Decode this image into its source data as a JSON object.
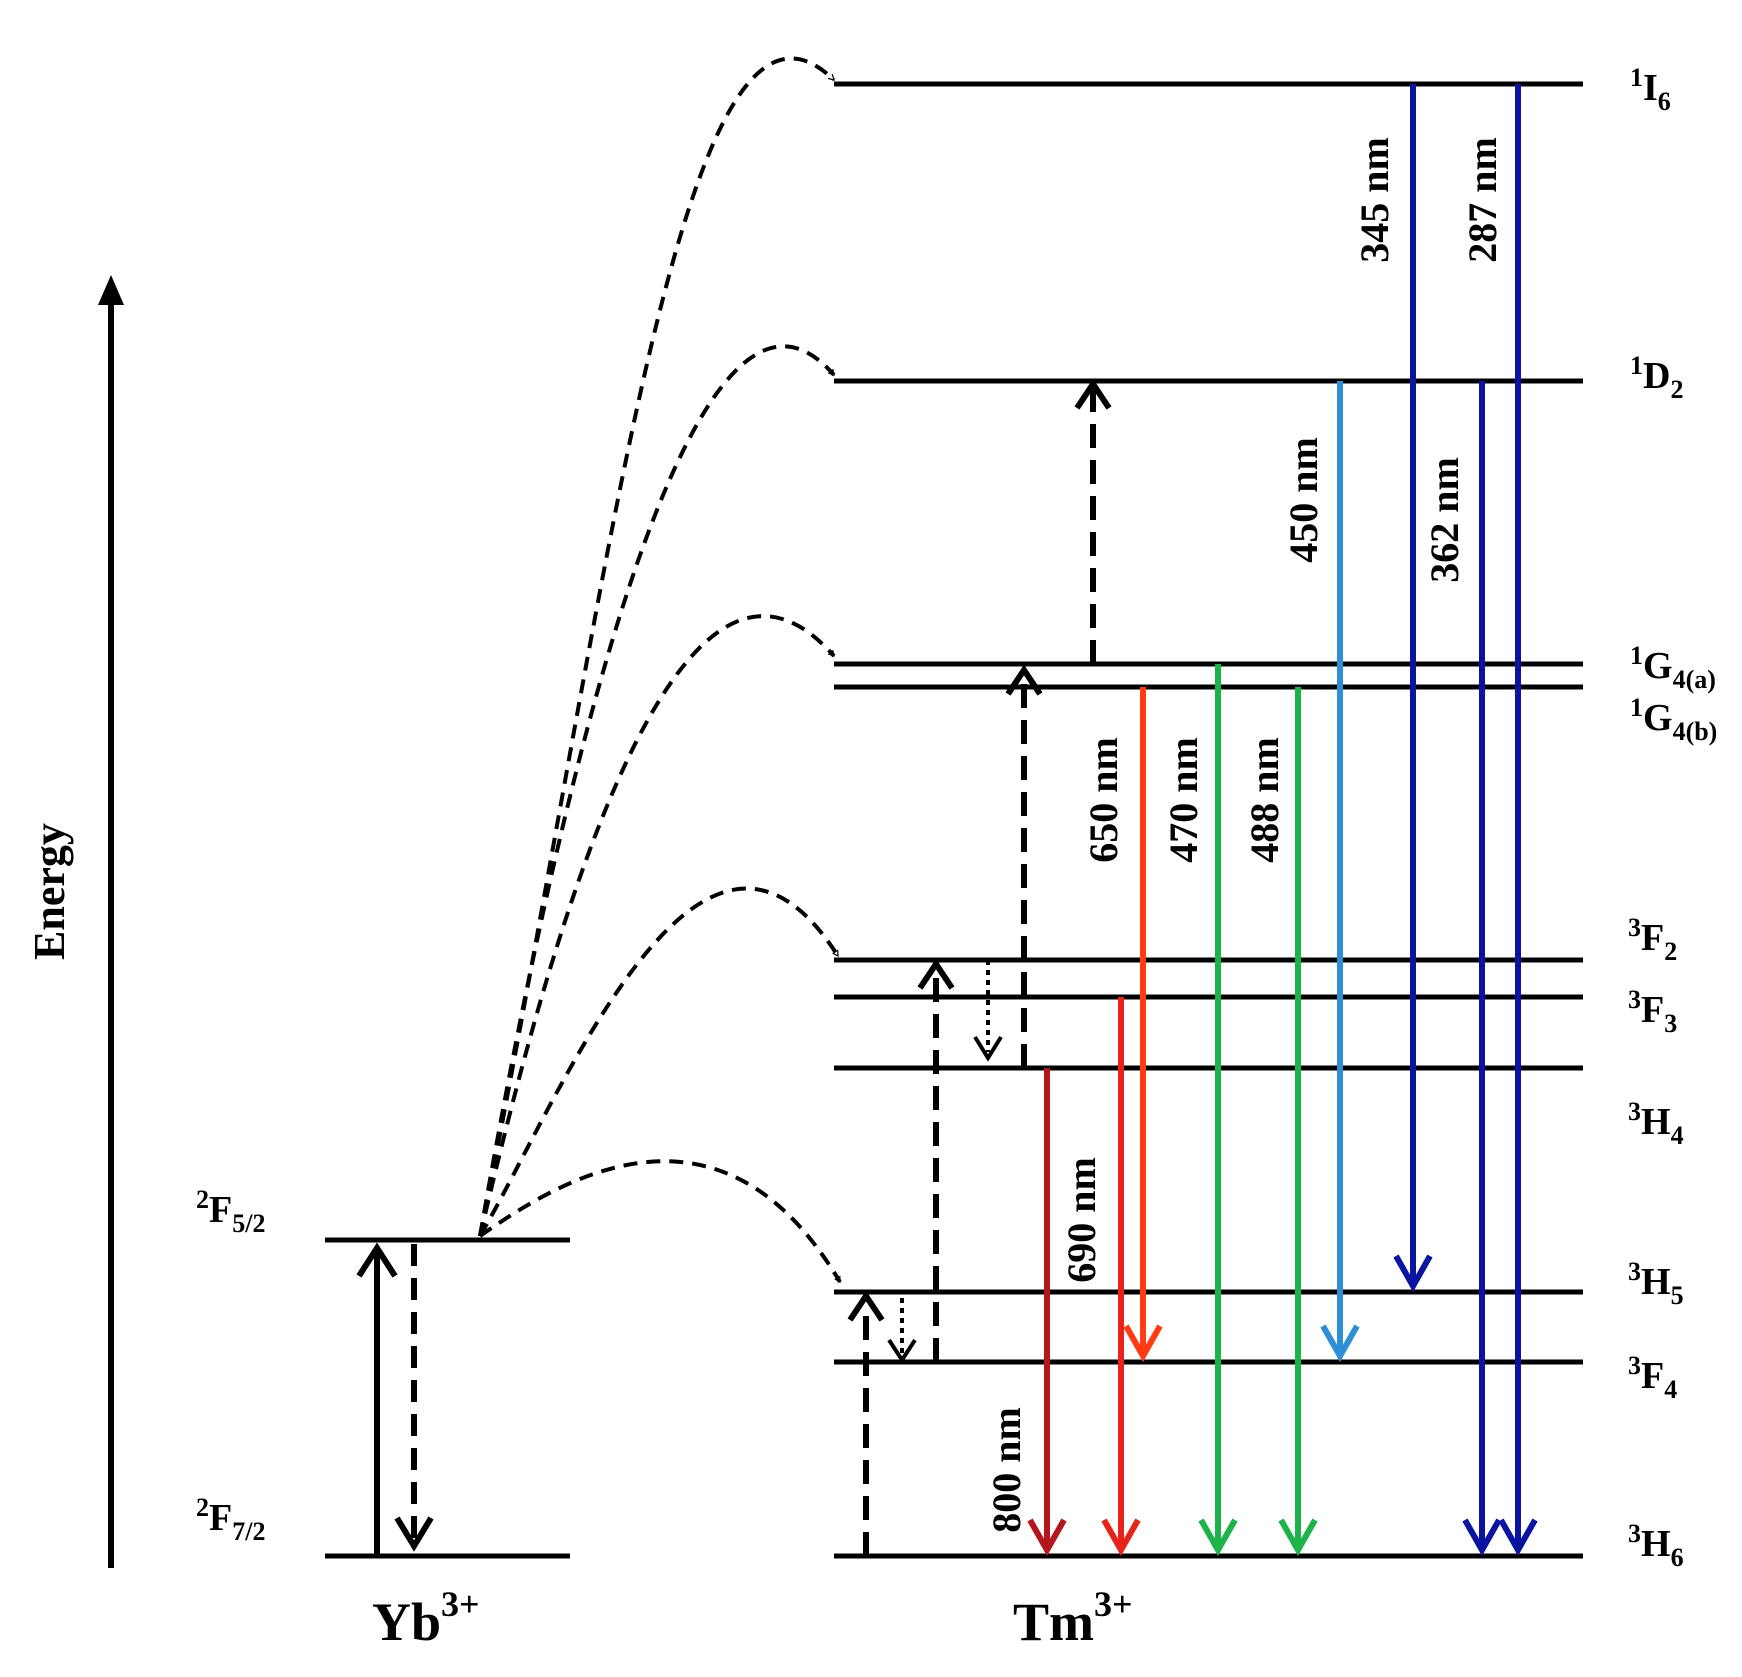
{
  "axis": {
    "label": "Energy"
  },
  "ions": {
    "yb": {
      "base": "Yb",
      "charge": "3+"
    },
    "tm": {
      "base": "Tm",
      "charge": "3+"
    }
  },
  "yb_levels": [
    {
      "id": "F52",
      "sup": "2",
      "base": "F",
      "sub": "5/2"
    },
    {
      "id": "F72",
      "sup": "2",
      "base": "F",
      "sub": "7/2"
    }
  ],
  "tm_levels": [
    {
      "id": "I6",
      "sup": "1",
      "base": "I",
      "sub": "6"
    },
    {
      "id": "D2",
      "sup": "1",
      "base": "D",
      "sub": "2"
    },
    {
      "id": "G4a",
      "sup": "1",
      "base": "G",
      "sub": "4(a)"
    },
    {
      "id": "G4b",
      "sup": "1",
      "base": "G",
      "sub": "4(b)"
    },
    {
      "id": "F2",
      "sup": "3",
      "base": "F",
      "sub": "2"
    },
    {
      "id": "F3",
      "sup": "3",
      "base": "F",
      "sub": "3"
    },
    {
      "id": "H4",
      "sup": "3",
      "base": "H",
      "sub": "4"
    },
    {
      "id": "H5",
      "sup": "3",
      "base": "H",
      "sub": "5"
    },
    {
      "id": "F4",
      "sup": "3",
      "base": "F",
      "sub": "4"
    },
    {
      "id": "H6",
      "sup": "3",
      "base": "H",
      "sub": "6"
    }
  ],
  "emissions": [
    {
      "label": "800 nm",
      "from": "H4",
      "to": "H6",
      "color": "#b3171d"
    },
    {
      "label": "690 nm",
      "from": "F3",
      "to": "H6",
      "color": "#e8231c"
    },
    {
      "label": "650 nm",
      "from": "G4b",
      "to": "F4",
      "color": "#ff3c14"
    },
    {
      "label": "470 nm",
      "from": "G4a",
      "to": "H6",
      "color": "#1db34a"
    },
    {
      "label": "488 nm",
      "from": "G4b",
      "to": "H6",
      "color": "#1db34a"
    },
    {
      "label": "450 nm",
      "from": "D2",
      "to": "F4",
      "color": "#2f8fd6"
    },
    {
      "label": "345 nm",
      "from": "I6",
      "to": "H5",
      "color": "#0a14a0"
    },
    {
      "label": "362 nm",
      "from": "D2",
      "to": "H6",
      "color": "#0a14a0"
    },
    {
      "label": "287 nm",
      "from": "I6",
      "to": "H6",
      "color": "#0a14a0"
    }
  ],
  "colors": {
    "line": "#000000"
  }
}
